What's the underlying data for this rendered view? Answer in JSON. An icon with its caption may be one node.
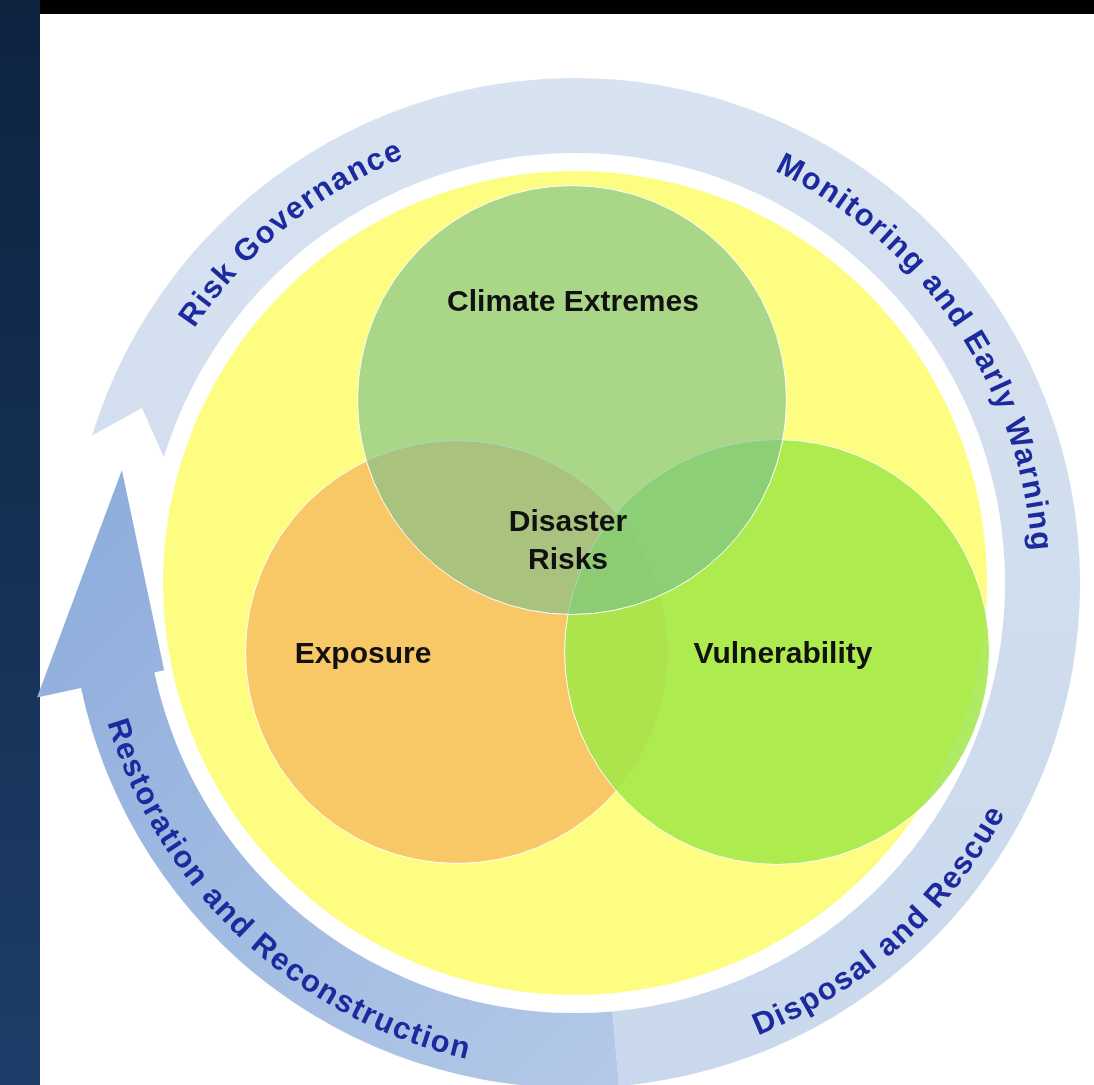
{
  "diagram": {
    "nodes": [
      {
        "text": [],
        "shape": "circle"
      },
      {
        "text": [
          "Climate Extremes"
        ],
        "in": 0
      },
      {
        "text": [
          "Exposure"
        ],
        "in": 0
      },
      {
        "text": [
          "Vulnerability"
        ],
        "in": 0
      }
    ],
    "labels": [
      "Risk Governance",
      "Monitoring and Early Warning",
      "Disaster Risks",
      "Restoration and Reconstruction",
      "Disposal and Rescue"
    ]
  }
}
